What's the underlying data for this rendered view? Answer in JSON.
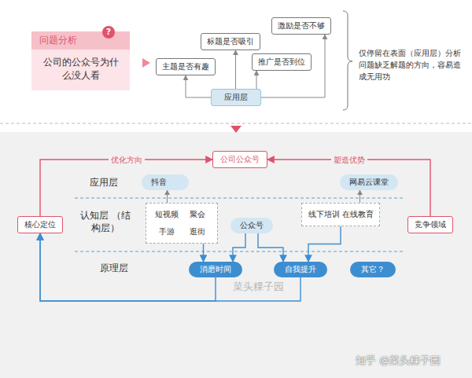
{
  "diagram": {
    "nodes": [
      {
        "text": [
          "问题分析",
          "公司的公众号为什么没人看"
        ]
      },
      {
        "text": [
          "激励是否不够"
        ]
      },
      {
        "text": [
          "标题是否吸引"
        ]
      },
      {
        "text": [
          "主题是否有趣"
        ]
      },
      {
        "text": [
          "推广是否到位"
        ]
      },
      {
        "text": [
          "应用层"
        ]
      },
      {
        "text": [
          "公司公众号"
        ]
      },
      {
        "text": [
          "核心定位"
        ]
      },
      {
        "text": [
          "竞争领域"
        ]
      },
      {
        "text": [
          "抖音"
        ]
      },
      {
        "text": [
          "网易云课堂"
        ]
      },
      {
        "text": [
          "短视频",
          "聚会",
          "手游",
          "逛街"
        ]
      },
      {
        "text": [
          "公众号"
        ]
      },
      {
        "text": [
          "线下培训",
          "在线教育"
        ]
      },
      {
        "text": [
          "消磨时间"
        ]
      },
      {
        "text": [
          "自我提升"
        ]
      },
      {
        "text": [
          "其它？"
        ]
      }
    ],
    "edges": [
      {
        "from": 5,
        "to": 1,
        "arrow": "to"
      },
      {
        "from": 5,
        "to": 2,
        "arrow": "to"
      },
      {
        "from": 5,
        "to": 3,
        "arrow": "to"
      },
      {
        "from": 5,
        "to": 4,
        "arrow": "to"
      },
      {
        "from": 7,
        "to": 6,
        "label": "优化方向",
        "arrow": "to"
      },
      {
        "from": 8,
        "to": 6,
        "label": "塑造优势",
        "arrow": "to"
      },
      {
        "from": 11,
        "to": 9,
        "arrow": "to"
      },
      {
        "from": 13,
        "to": 10,
        "arrow": "to"
      },
      {
        "from": 11,
        "to": 14,
        "arrow": "to"
      },
      {
        "from": 12,
        "to": 14,
        "arrow": "to"
      },
      {
        "from": 12,
        "to": 15,
        "arrow": "to"
      },
      {
        "from": 13,
        "to": 15,
        "arrow": "to"
      },
      {
        "from": 14,
        "to": 7,
        "arrow": "to"
      },
      {
        "from": 15,
        "to": 7,
        "arrow": "to"
      }
    ],
    "labels": [
      "仅停留在表面（应用层）分析问题缺乏解题的方向，容易造成无用功",
      "?",
      "应用层",
      "认知层 （结构层）",
      "原理层",
      "菜头粿子园",
      "知乎 @菜头粿子园"
    ]
  }
}
